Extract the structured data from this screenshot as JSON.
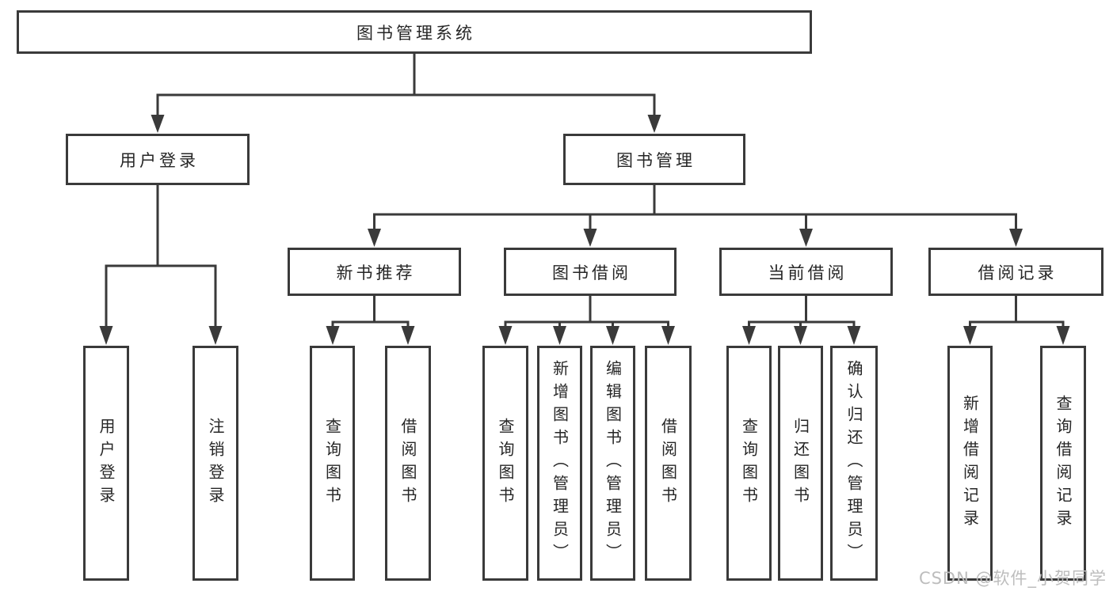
{
  "colors": {
    "line": "#3a3a3a",
    "box_border": "#3a3a3a",
    "box_background": "#ffffff",
    "text": "#262626",
    "watermark": "#bdbdbd",
    "page_background": "#ffffff"
  },
  "tree": {
    "label": "图书管理系统",
    "children": [
      {
        "label": "用户登录",
        "children": [
          {
            "label": "用户登录"
          },
          {
            "label": "注销登录"
          }
        ]
      },
      {
        "label": "图书管理",
        "children": [
          {
            "label": "新书推荐",
            "children": [
              {
                "label": "查询图书"
              },
              {
                "label": "借阅图书"
              }
            ]
          },
          {
            "label": "图书借阅",
            "children": [
              {
                "label": "查询图书"
              },
              {
                "label": "新增图书（管理员）"
              },
              {
                "label": "编辑图书（管理员）"
              },
              {
                "label": "借阅图书"
              }
            ]
          },
          {
            "label": "当前借阅",
            "children": [
              {
                "label": "查询图书"
              },
              {
                "label": "归还图书"
              },
              {
                "label": "确认归还（管理员）"
              }
            ]
          },
          {
            "label": "借阅记录",
            "children": [
              {
                "label": "新增借阅记录"
              },
              {
                "label": "查询借阅记录"
              }
            ]
          }
        ]
      }
    ]
  },
  "watermark": {
    "text": "CSDN @软件_小贺同学"
  }
}
